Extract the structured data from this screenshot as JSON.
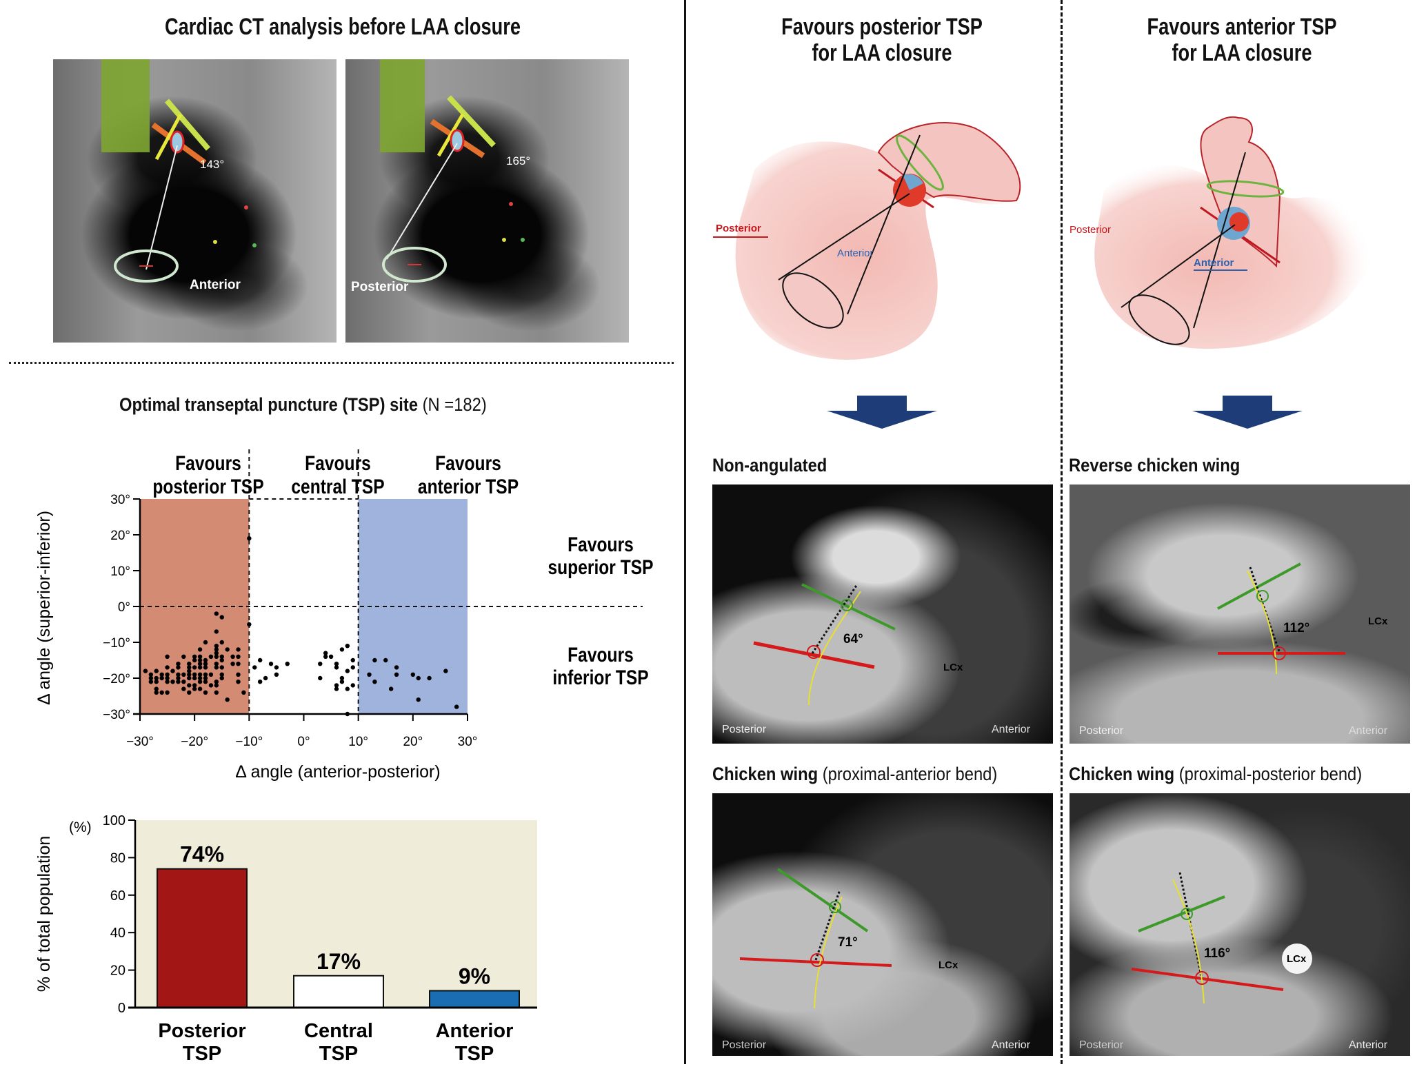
{
  "left": {
    "title": "Cardiac CT analysis before LAA closure",
    "ct_images": [
      {
        "angle": "143°",
        "label": "Anterior"
      },
      {
        "angle": "165°",
        "label": "Posterior"
      }
    ],
    "tsp_title": "Optimal transeptal puncture (TSP) site",
    "tsp_n": "(N =182)"
  },
  "chart_data": [
    {
      "type": "scatter",
      "title": "Optimal transeptal puncture (TSP) site (N =182)",
      "xlabel": "Δ angle (anterior-posterior)",
      "ylabel": "Δ angle (superior-inferior)",
      "xlim": [
        -30,
        30
      ],
      "ylim": [
        -30,
        30
      ],
      "xticks": [
        "−30°",
        "−20°",
        "−10°",
        "0°",
        "10°",
        "20°",
        "30°"
      ],
      "xtick_values": [
        -30,
        -20,
        -10,
        0,
        10,
        20,
        30
      ],
      "yticks": [
        "30°",
        "20°",
        "10°",
        "0°",
        "−10°",
        "−20°",
        "−30°"
      ],
      "ytick_values": [
        30,
        20,
        10,
        0,
        -10,
        -20,
        -30
      ],
      "regions": [
        {
          "line1": "Favours",
          "line2": "posterior TSP",
          "from": -30,
          "to": -10,
          "color": "#d38b74"
        },
        {
          "line1": "Favours",
          "line2": "central TSP",
          "from": -10,
          "to": 10,
          "color": "#ffffff"
        },
        {
          "line1": "Favours",
          "line2": "anterior TSP",
          "from": 10,
          "to": 30,
          "color": "#9fb3dc"
        }
      ],
      "side_labels": [
        {
          "line1": "Favours",
          "line2": "superior TSP"
        },
        {
          "line1": "Favours",
          "line2": "inferior TSP"
        }
      ],
      "points": [
        [
          -29,
          -18
        ],
        [
          -28,
          -19
        ],
        [
          -28,
          -20
        ],
        [
          -28,
          -21
        ],
        [
          -27,
          -18
        ],
        [
          -27,
          -20
        ],
        [
          -27,
          -21
        ],
        [
          -27,
          -23
        ],
        [
          -27,
          -24
        ],
        [
          -26,
          -19
        ],
        [
          -26,
          -20
        ],
        [
          -26,
          -24
        ],
        [
          -25,
          -14
        ],
        [
          -25,
          -17
        ],
        [
          -25,
          -19
        ],
        [
          -25,
          -20
        ],
        [
          -25,
          -21
        ],
        [
          -25,
          -24
        ],
        [
          -24,
          -18
        ],
        [
          -24,
          -21
        ],
        [
          -23,
          -16
        ],
        [
          -23,
          -17
        ],
        [
          -23,
          -19
        ],
        [
          -23,
          -20
        ],
        [
          -23,
          -21
        ],
        [
          -22,
          -14
        ],
        [
          -22,
          -19
        ],
        [
          -22,
          -21
        ],
        [
          -22,
          -23
        ],
        [
          -21,
          -16
        ],
        [
          -21,
          -17
        ],
        [
          -21,
          -18
        ],
        [
          -21,
          -19
        ],
        [
          -21,
          -20
        ],
        [
          -21,
          -22
        ],
        [
          -21,
          -24
        ],
        [
          -20,
          -14
        ],
        [
          -20,
          -15
        ],
        [
          -20,
          -17
        ],
        [
          -20,
          -19
        ],
        [
          -20,
          -20
        ],
        [
          -20,
          -22
        ],
        [
          -20,
          -23
        ],
        [
          -19,
          -12
        ],
        [
          -19,
          -14
        ],
        [
          -19,
          -15
        ],
        [
          -19,
          -16
        ],
        [
          -19,
          -17
        ],
        [
          -19,
          -19
        ],
        [
          -19,
          -20
        ],
        [
          -19,
          -21
        ],
        [
          -19,
          -23
        ],
        [
          -18,
          -10
        ],
        [
          -18,
          -15
        ],
        [
          -18,
          -16
        ],
        [
          -18,
          -17
        ],
        [
          -18,
          -19
        ],
        [
          -18,
          -20
        ],
        [
          -18,
          -21
        ],
        [
          -18,
          -24
        ],
        [
          -17,
          -14
        ],
        [
          -17,
          -19
        ],
        [
          -17,
          -22
        ],
        [
          -16,
          -2
        ],
        [
          -16,
          -7
        ],
        [
          -16,
          -11
        ],
        [
          -16,
          -12
        ],
        [
          -16,
          -13
        ],
        [
          -16,
          -14
        ],
        [
          -16,
          -16
        ],
        [
          -16,
          -17
        ],
        [
          -16,
          -21
        ],
        [
          -16,
          -22
        ],
        [
          -16,
          -24
        ],
        [
          -15,
          -3
        ],
        [
          -15,
          -10
        ],
        [
          -15,
          -14
        ],
        [
          -15,
          -15
        ],
        [
          -15,
          -17
        ],
        [
          -15,
          -19
        ],
        [
          -15,
          -20
        ],
        [
          -14,
          -12
        ],
        [
          -14,
          -26
        ],
        [
          -13,
          -14
        ],
        [
          -13,
          -16
        ],
        [
          -12,
          -12
        ],
        [
          -12,
          -14
        ],
        [
          -12,
          -16
        ],
        [
          -12,
          -19
        ],
        [
          -12,
          -21
        ],
        [
          -11,
          -24
        ],
        [
          -10,
          -5
        ],
        [
          -10,
          19
        ],
        [
          -9,
          -17
        ],
        [
          -8,
          -15
        ],
        [
          -8,
          -21
        ],
        [
          -7,
          -20
        ],
        [
          -6,
          -16
        ],
        [
          -5,
          -17
        ],
        [
          -5,
          -19
        ],
        [
          -3,
          -16
        ],
        [
          3,
          -16
        ],
        [
          3,
          -20
        ],
        [
          4,
          -13
        ],
        [
          4,
          -14
        ],
        [
          5,
          -14
        ],
        [
          6,
          -16
        ],
        [
          6,
          -17
        ],
        [
          6,
          -22
        ],
        [
          6,
          -23
        ],
        [
          7,
          -12
        ],
        [
          7,
          -20
        ],
        [
          7,
          -21
        ],
        [
          8,
          -11
        ],
        [
          8,
          -18
        ],
        [
          8,
          -23
        ],
        [
          8,
          -30
        ],
        [
          9,
          -15
        ],
        [
          9,
          -17
        ],
        [
          9,
          -22
        ],
        [
          12,
          -19
        ],
        [
          13,
          -15
        ],
        [
          13,
          -21
        ],
        [
          15,
          -15
        ],
        [
          16,
          -23
        ],
        [
          17,
          -17
        ],
        [
          17,
          -19
        ],
        [
          20,
          -19
        ],
        [
          21,
          -20
        ],
        [
          21,
          -26
        ],
        [
          23,
          -20
        ],
        [
          26,
          -18
        ],
        [
          28,
          -28
        ]
      ]
    },
    {
      "type": "bar",
      "ylabel": "% of total population",
      "yunit": "(%)",
      "ylim": [
        0,
        100
      ],
      "yticks": [
        "0",
        "20",
        "40",
        "60",
        "80",
        "100"
      ],
      "ytick_values": [
        0,
        20,
        40,
        60,
        80,
        100
      ],
      "categories": [
        {
          "line1": "Posterior",
          "line2": "TSP"
        },
        {
          "line1": "Central",
          "line2": "TSP"
        },
        {
          "line1": "Anterior",
          "line2": "TSP"
        }
      ],
      "values": [
        74,
        17,
        9
      ],
      "value_labels": [
        "74%",
        "17%",
        "9%"
      ],
      "colors": [
        "#a31616",
        "#ffffff",
        "#1a6db3"
      ],
      "background": "#f0ecda"
    }
  ],
  "right": {
    "columns": [
      {
        "title_line1": "Favours posterior TSP",
        "title_line2": "for LAA closure",
        "diagram_labels": {
          "posterior": "Posterior",
          "anterior": "Anterior"
        },
        "cases": [
          {
            "heading": "Non-angulated",
            "heading_extra": "",
            "angle": "64°",
            "lcx": "LCx",
            "posterior": "Posterior",
            "anterior": "Anterior"
          },
          {
            "heading": "Chicken wing",
            "heading_extra": " (proximal-anterior bend)",
            "angle": "71°",
            "lcx": "LCx",
            "posterior": "Posterior",
            "anterior": "Anterior"
          }
        ]
      },
      {
        "title_line1": "Favours anterior TSP",
        "title_line2": "for LAA closure",
        "diagram_labels": {
          "posterior": "Posterior",
          "anterior": "Anterior"
        },
        "cases": [
          {
            "heading": "Reverse chicken wing",
            "heading_extra": "",
            "angle": "112°",
            "lcx": "LCx",
            "posterior": "Posterior",
            "anterior": "Anterior"
          },
          {
            "heading": "Chicken wing",
            "heading_extra": " (proximal-posterior bend)",
            "angle": "116°",
            "lcx": "LCx",
            "posterior": "Posterior",
            "anterior": "Anterior"
          }
        ]
      }
    ]
  },
  "colors": {
    "arrow": "#1e3d78",
    "posterior_red": "#c8161d",
    "anterior_blue": "#2a62b0"
  }
}
